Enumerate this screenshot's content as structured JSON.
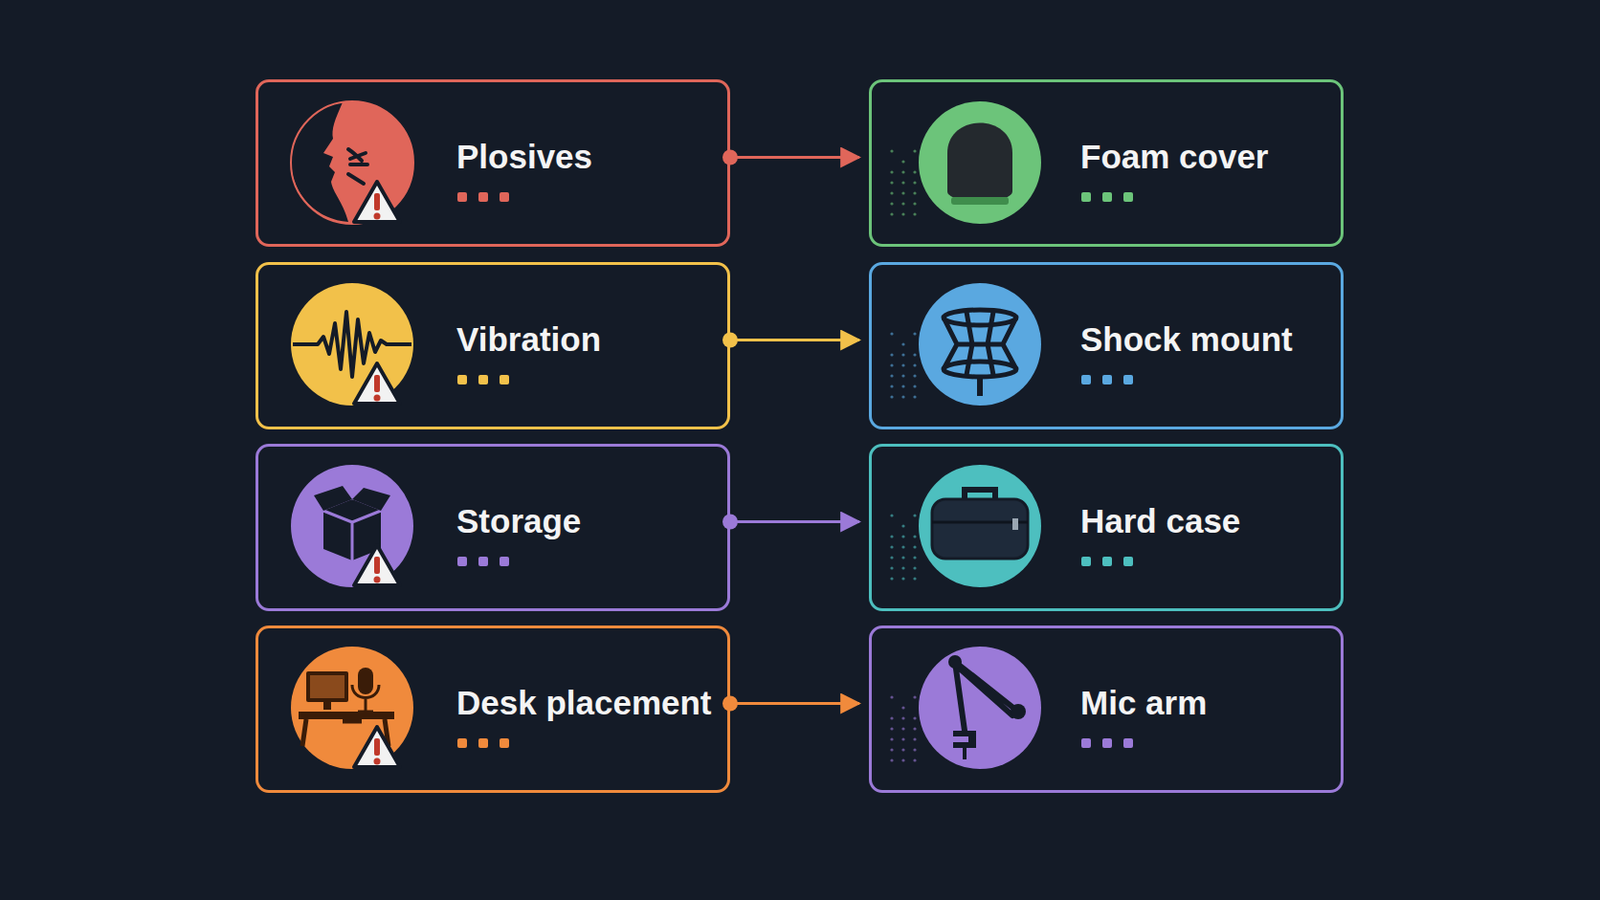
{
  "diagram": {
    "nodes": [
      {
        "text": [
          "Plosives"
        ]
      },
      {
        "text": [
          "Foam cover"
        ]
      },
      {
        "text": [
          "Vibration"
        ]
      },
      {
        "text": [
          "Shock mount"
        ]
      },
      {
        "text": [
          "Storage"
        ]
      },
      {
        "text": [
          "Hard case"
        ]
      },
      {
        "text": [
          "Desk placement"
        ]
      },
      {
        "text": [
          "Mic arm"
        ]
      }
    ],
    "edges": [
      {
        "from": 0,
        "to": 1,
        "arrow": "to"
      },
      {
        "from": 2,
        "to": 3,
        "arrow": "to"
      },
      {
        "from": 4,
        "to": 5,
        "arrow": "to"
      },
      {
        "from": 6,
        "to": 7,
        "arrow": "to"
      }
    ]
  }
}
